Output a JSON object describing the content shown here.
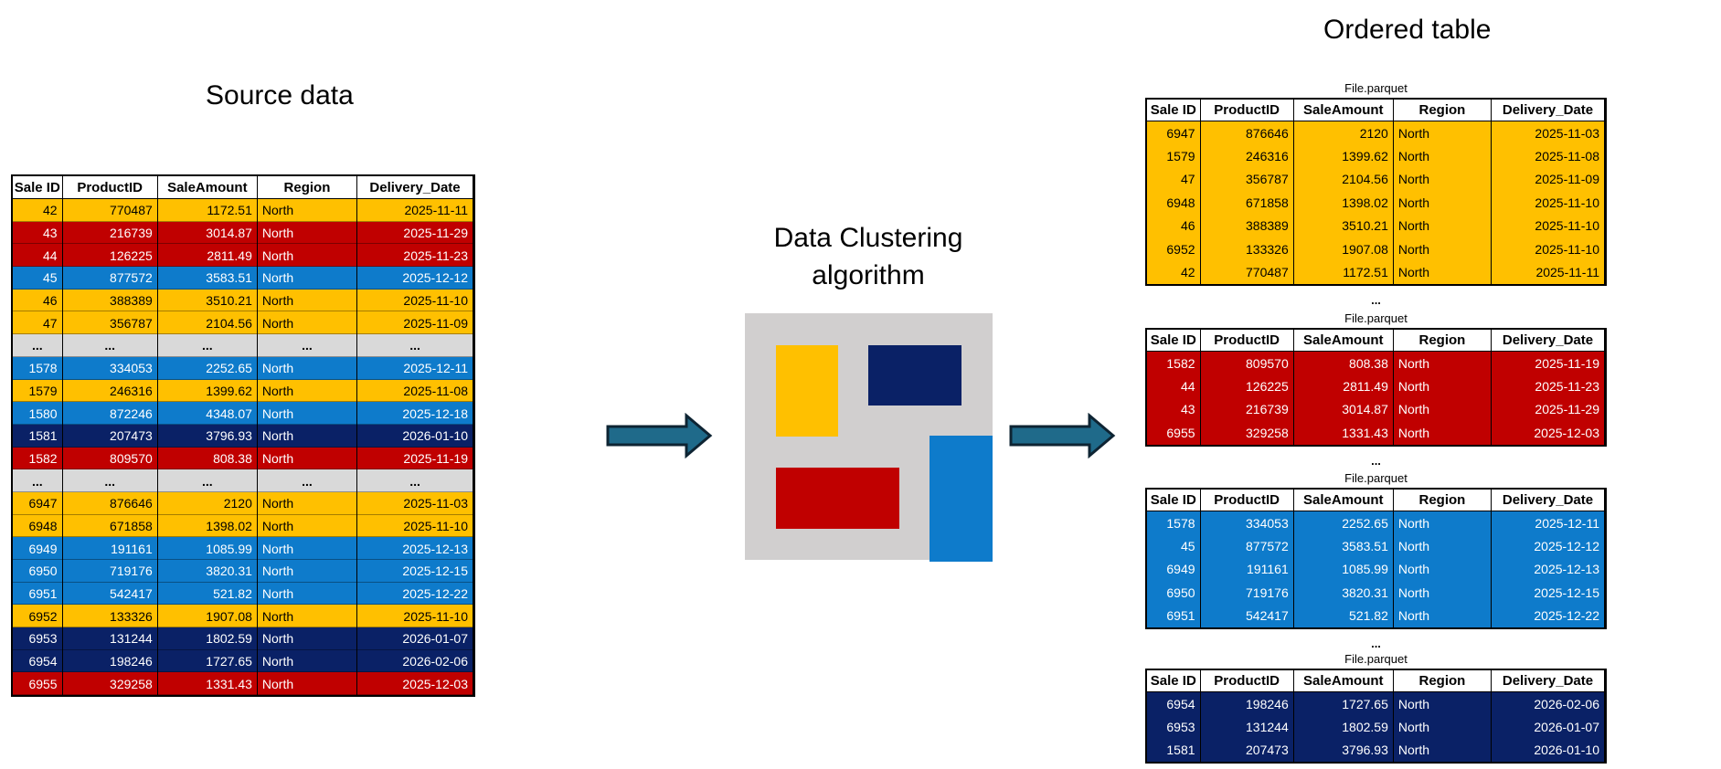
{
  "titles": {
    "source": "Source data",
    "algorithm_line1": "Data Clustering",
    "algorithm_line2": "algorithm",
    "ordered": "Ordered table"
  },
  "columns": [
    "Sale ID",
    "ProductID",
    "SaleAmount",
    "Region",
    "Delivery_Date"
  ],
  "ellipsis_symbol": "...",
  "colors": {
    "yellow": "#FFC000",
    "red": "#C00000",
    "blue": "#0E7BCB",
    "navy": "#0A2166",
    "gray_row": "#D9D9D9",
    "algo_box_bg": "#D1CFCF",
    "arrow_fill": "#1F6A8A",
    "arrow_stroke": "#0E2433"
  },
  "source_table": {
    "rows": [
      {
        "cluster": "yellow",
        "cells": [
          "42",
          "770487",
          "1172.51",
          "North",
          "2025-11-11"
        ]
      },
      {
        "cluster": "red",
        "cells": [
          "43",
          "216739",
          "3014.87",
          "North",
          "2025-11-29"
        ]
      },
      {
        "cluster": "red",
        "cells": [
          "44",
          "126225",
          "2811.49",
          "North",
          "2025-11-23"
        ]
      },
      {
        "cluster": "blue",
        "cells": [
          "45",
          "877572",
          "3583.51",
          "North",
          "2025-12-12"
        ]
      },
      {
        "cluster": "yellow",
        "cells": [
          "46",
          "388389",
          "3510.21",
          "North",
          "2025-11-10"
        ]
      },
      {
        "cluster": "yellow",
        "cells": [
          "47",
          "356787",
          "2104.56",
          "North",
          "2025-11-09"
        ]
      },
      {
        "cluster": "ellipsis",
        "cells": [
          "...",
          "...",
          "...",
          "...",
          "..."
        ]
      },
      {
        "cluster": "blue",
        "cells": [
          "1578",
          "334053",
          "2252.65",
          "North",
          "2025-12-11"
        ]
      },
      {
        "cluster": "yellow",
        "cells": [
          "1579",
          "246316",
          "1399.62",
          "North",
          "2025-11-08"
        ]
      },
      {
        "cluster": "blue",
        "cells": [
          "1580",
          "872246",
          "4348.07",
          "North",
          "2025-12-18"
        ]
      },
      {
        "cluster": "navy",
        "cells": [
          "1581",
          "207473",
          "3796.93",
          "North",
          "2026-01-10"
        ]
      },
      {
        "cluster": "red",
        "cells": [
          "1582",
          "809570",
          "808.38",
          "North",
          "2025-11-19"
        ]
      },
      {
        "cluster": "ellipsis",
        "cells": [
          "...",
          "...",
          "...",
          "...",
          "..."
        ]
      },
      {
        "cluster": "yellow",
        "cells": [
          "6947",
          "876646",
          "2120",
          "North",
          "2025-11-03"
        ]
      },
      {
        "cluster": "yellow",
        "cells": [
          "6948",
          "671858",
          "1398.02",
          "North",
          "2025-11-10"
        ]
      },
      {
        "cluster": "blue",
        "cells": [
          "6949",
          "191161",
          "1085.99",
          "North",
          "2025-12-13"
        ]
      },
      {
        "cluster": "blue",
        "cells": [
          "6950",
          "719176",
          "3820.31",
          "North",
          "2025-12-15"
        ]
      },
      {
        "cluster": "blue",
        "cells": [
          "6951",
          "542417",
          "521.82",
          "North",
          "2025-12-22"
        ]
      },
      {
        "cluster": "yellow",
        "cells": [
          "6952",
          "133326",
          "1907.08",
          "North",
          "2025-11-10"
        ]
      },
      {
        "cluster": "navy",
        "cells": [
          "6953",
          "131244",
          "1802.59",
          "North",
          "2026-01-07"
        ]
      },
      {
        "cluster": "navy",
        "cells": [
          "6954",
          "198246",
          "1727.65",
          "North",
          "2026-02-06"
        ]
      },
      {
        "cluster": "red",
        "cells": [
          "6955",
          "329258",
          "1331.43",
          "North",
          "2025-12-03"
        ]
      }
    ]
  },
  "algorithm_clusters": [
    "yellow",
    "navy",
    "red",
    "blue"
  ],
  "parquet_files": [
    {
      "label": "File.parquet",
      "cluster": "yellow",
      "ellipsis_after": true,
      "rows": [
        [
          "6947",
          "876646",
          "2120",
          "North",
          "2025-11-03"
        ],
        [
          "1579",
          "246316",
          "1399.62",
          "North",
          "2025-11-08"
        ],
        [
          "47",
          "356787",
          "2104.56",
          "North",
          "2025-11-09"
        ],
        [
          "6948",
          "671858",
          "1398.02",
          "North",
          "2025-11-10"
        ],
        [
          "46",
          "388389",
          "3510.21",
          "North",
          "2025-11-10"
        ],
        [
          "6952",
          "133326",
          "1907.08",
          "North",
          "2025-11-10"
        ],
        [
          "42",
          "770487",
          "1172.51",
          "North",
          "2025-11-11"
        ]
      ]
    },
    {
      "label": "File.parquet",
      "cluster": "red",
      "ellipsis_after": true,
      "rows": [
        [
          "1582",
          "809570",
          "808.38",
          "North",
          "2025-11-19"
        ],
        [
          "44",
          "126225",
          "2811.49",
          "North",
          "2025-11-23"
        ],
        [
          "43",
          "216739",
          "3014.87",
          "North",
          "2025-11-29"
        ],
        [
          "6955",
          "329258",
          "1331.43",
          "North",
          "2025-12-03"
        ]
      ]
    },
    {
      "label": "File.parquet",
      "cluster": "blue",
      "ellipsis_after": true,
      "rows": [
        [
          "1578",
          "334053",
          "2252.65",
          "North",
          "2025-12-11"
        ],
        [
          "45",
          "877572",
          "3583.51",
          "North",
          "2025-12-12"
        ],
        [
          "6949",
          "191161",
          "1085.99",
          "North",
          "2025-12-13"
        ],
        [
          "6950",
          "719176",
          "3820.31",
          "North",
          "2025-12-15"
        ],
        [
          "6951",
          "542417",
          "521.82",
          "North",
          "2025-12-22"
        ]
      ]
    },
    {
      "label": "File.parquet",
      "cluster": "navy",
      "ellipsis_after": false,
      "rows": [
        [
          "6954",
          "198246",
          "1727.65",
          "North",
          "2026-02-06"
        ],
        [
          "6953",
          "131244",
          "1802.59",
          "North",
          "2026-01-07"
        ],
        [
          "1581",
          "207473",
          "3796.93",
          "North",
          "2026-01-10"
        ]
      ]
    }
  ]
}
